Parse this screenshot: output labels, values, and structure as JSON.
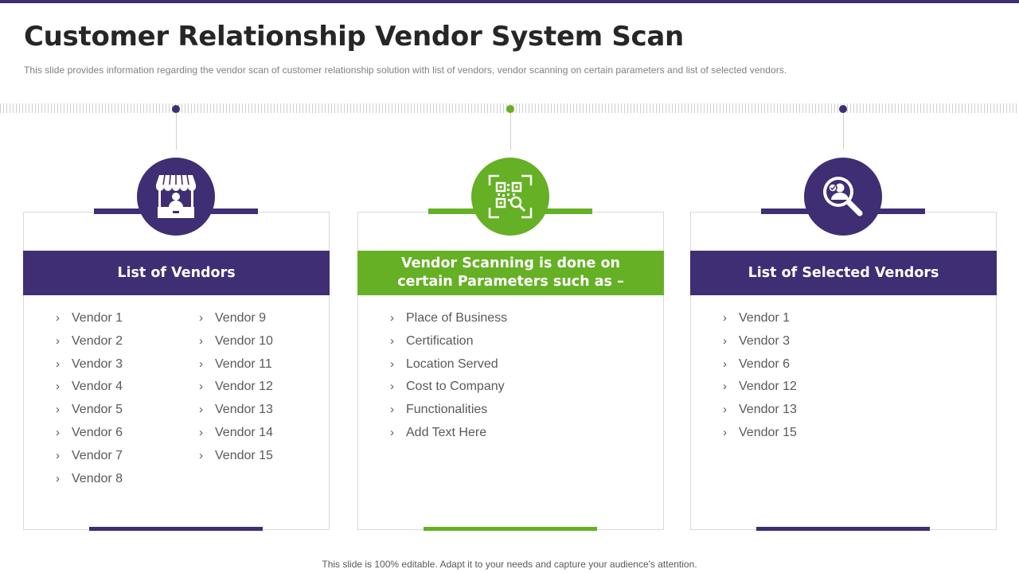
{
  "title": "Customer Relationship Vendor System Scan",
  "subtitle": "This slide provides  information  regarding  the vendor  scan of customer relationship  solution with list of vendors,  vendor  scanning on certain parameters  and list of selected vendors.",
  "colors": {
    "purple": "#3f2e73",
    "green": "#65b025"
  },
  "panels": [
    {
      "icon": "storefront-icon",
      "heading": "List of Vendors",
      "items_col1": [
        "Vendor 1",
        "Vendor 2",
        "Vendor 3",
        "Vendor 4",
        "Vendor 5",
        "Vendor 6",
        "Vendor 7",
        "Vendor 8"
      ],
      "items_col2": [
        "Vendor 9",
        "Vendor 10",
        "Vendor 11",
        "Vendor 12",
        "Vendor 13",
        "Vendor 14",
        "Vendor 15"
      ]
    },
    {
      "icon": "qr-scan-icon",
      "heading": "Vendor Scanning is done on\ncertain Parameters such as –",
      "items": [
        "Place of Business",
        "Certification",
        "Location Served",
        "Cost to Company",
        "Functionalities",
        "Add Text Here"
      ]
    },
    {
      "icon": "user-search-icon",
      "heading": "List of Selected Vendors",
      "items": [
        "Vendor 1",
        "Vendor 3",
        "Vendor 6",
        "Vendor 12",
        "Vendor 13",
        "Vendor 15"
      ]
    }
  ],
  "footer": "This slide is 100% editable. Adapt it to your needs and capture your audience's attention."
}
